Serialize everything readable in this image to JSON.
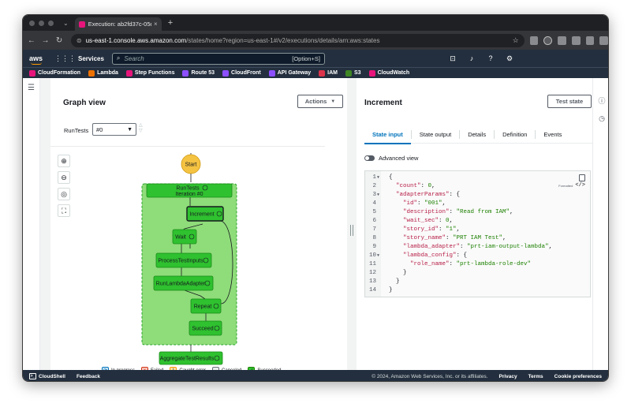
{
  "browser": {
    "tab_title": "Execution: ab2fd37c-05de-",
    "tab_close": "×",
    "new_tab": "+",
    "url_host": "us-east-1.console.aws.amazon.com",
    "url_rest": "/states/home?region=us-east-1#/v2/executions/details/arn:aws:states",
    "back": "←",
    "forward": "→",
    "reload": "↻"
  },
  "aws_header": {
    "logo": "aws",
    "services_label": "Services",
    "search_placeholder": "Search",
    "search_shortcut": "[Option+S]"
  },
  "favorites": [
    {
      "label": "CloudFormation",
      "color": "#e7157b"
    },
    {
      "label": "Lambda",
      "color": "#ed7100"
    },
    {
      "label": "Step Functions",
      "color": "#e7157b"
    },
    {
      "label": "Route 53",
      "color": "#8c4fff"
    },
    {
      "label": "CloudFront",
      "color": "#8c4fff"
    },
    {
      "label": "API Gateway",
      "color": "#8c4fff"
    },
    {
      "label": "IAM",
      "color": "#dd344c"
    },
    {
      "label": "S3",
      "color": "#3f8624"
    },
    {
      "label": "CloudWatch",
      "color": "#e7157b"
    }
  ],
  "graph_panel": {
    "title": "Graph view",
    "actions_label": "Actions",
    "runtests_label": "RunTests",
    "iteration_value": "#0",
    "nodes": {
      "start": "Start",
      "runtests": "RunTests",
      "iteration": "Iteration #0",
      "increment": "Increment",
      "wait": "Wait",
      "process": "ProcessTestInputs",
      "runlambda": "RunLambdaAdapter",
      "repeat": "Repeat",
      "succeed": "Succeed",
      "aggregate": "AggregateTestResults"
    }
  },
  "legend": [
    {
      "label": "In progress",
      "color": "#0073bb",
      "glyph": "⟳"
    },
    {
      "label": "Failed",
      "color": "#d13212",
      "glyph": "×"
    },
    {
      "label": "Caught error",
      "color": "#ff9900",
      "glyph": "!"
    },
    {
      "label": "Canceled",
      "color": "#687078",
      "glyph": "–"
    },
    {
      "label": "Succeeded",
      "color": "#1d8102",
      "glyph": "✓"
    }
  ],
  "inspector": {
    "title": "Increment",
    "test_label": "Test state",
    "tabs": [
      "State input",
      "State output",
      "Details",
      "Definition",
      "Events"
    ],
    "advanced_label": "Advanced view",
    "formatted_label": "Formatted"
  },
  "code_lines": [
    {
      "n": "1",
      "fold": "▼",
      "text": "{"
    },
    {
      "n": "2",
      "fold": "",
      "text": "  \"count\": 0,"
    },
    {
      "n": "3",
      "fold": "▼",
      "text": "  \"adapterParams\": {"
    },
    {
      "n": "4",
      "fold": "",
      "text": "    \"id\": \"001\","
    },
    {
      "n": "5",
      "fold": "",
      "text": "    \"description\": \"Read from IAM\","
    },
    {
      "n": "6",
      "fold": "",
      "text": "    \"wait_sec\": 0,"
    },
    {
      "n": "7",
      "fold": "",
      "text": "    \"story_id\": \"1\","
    },
    {
      "n": "8",
      "fold": "",
      "text": "    \"story_name\": \"PRT IAM Test\","
    },
    {
      "n": "9",
      "fold": "",
      "text": "    \"lambda_adapter\": \"prt-iam-output-lambda\","
    },
    {
      "n": "10",
      "fold": "▼",
      "text": "    \"lambda_config\": {"
    },
    {
      "n": "11",
      "fold": "",
      "text": "      \"role_name\": \"prt-lambda-role-dev\""
    },
    {
      "n": "12",
      "fold": "",
      "text": "    }"
    },
    {
      "n": "13",
      "fold": "",
      "text": "  }"
    },
    {
      "n": "14",
      "fold": "",
      "text": "}"
    }
  ],
  "footer": {
    "cloudshell": "CloudShell",
    "feedback": "Feedback",
    "copyright": "© 2024, Amazon Web Services, Inc. or its affiliates.",
    "privacy": "Privacy",
    "terms": "Terms",
    "cookies": "Cookie preferences"
  }
}
